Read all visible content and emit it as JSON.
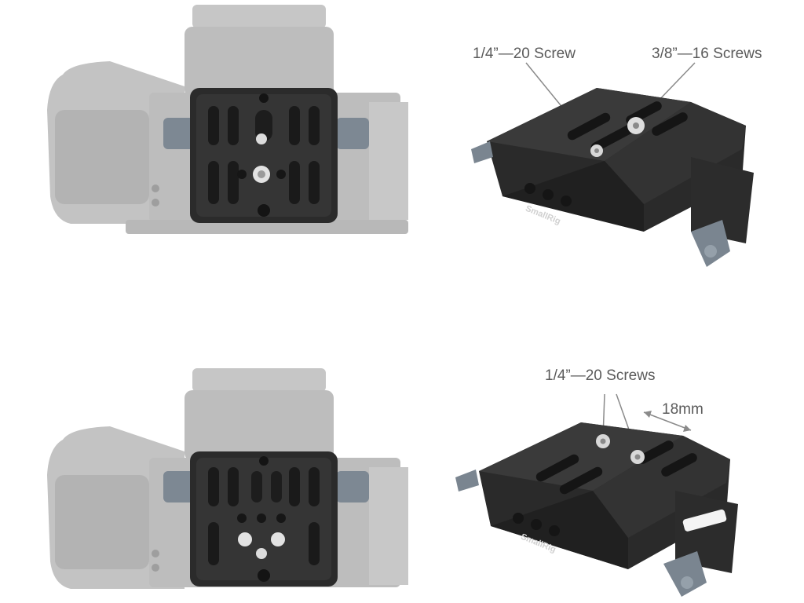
{
  "colors": {
    "background": "#ffffff",
    "camera_gray": "#bdbdbd",
    "camera_dark": "#a9a9a9",
    "plate_black": "#2b2b2b",
    "plate_edge": "#3c3c3c",
    "screw_silver": "#d9d9d9",
    "knob_steel": "#6f7b86",
    "label_text": "#5a5a5a",
    "callout_line": "#8a8a8a"
  },
  "top_panel": {
    "callouts": {
      "screw_quarter": "1/4”—20 Screw",
      "screw_three_eighths": "3/8”—16 Screws"
    },
    "plate_logo": "SmallRig"
  },
  "bottom_panel": {
    "callouts": {
      "screws_quarter": "1/4”—20 Screws",
      "spacing": "18mm"
    },
    "plate_logo": "SmallRig"
  }
}
